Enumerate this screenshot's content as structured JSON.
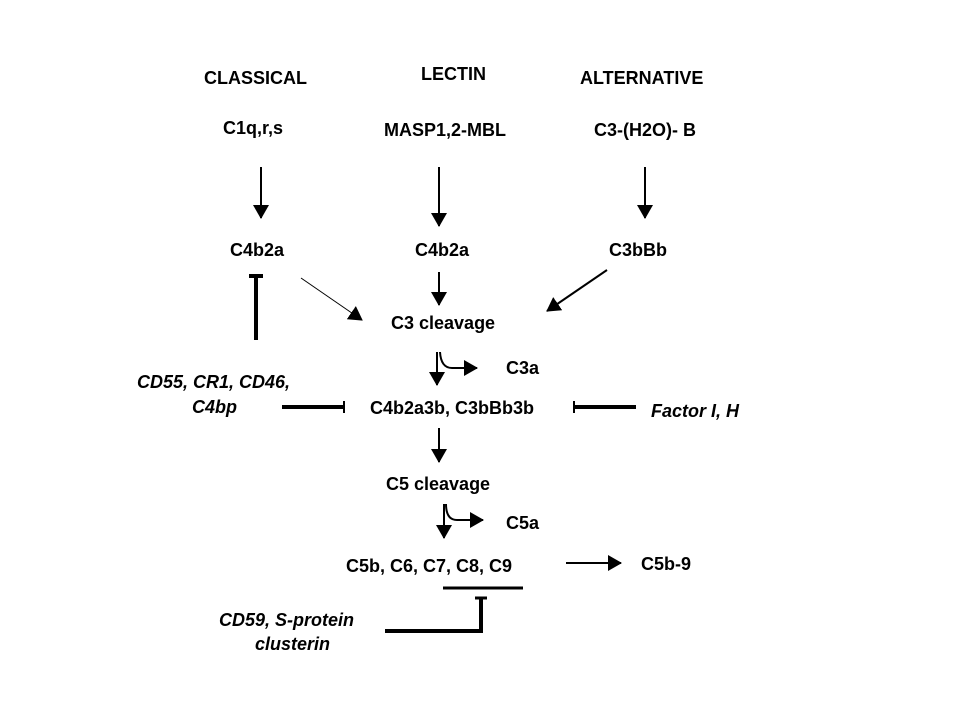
{
  "pathways": {
    "classical": {
      "title": "CLASSICAL",
      "initiator": "C1q,r,s",
      "convertase": "C4b2a"
    },
    "lectin": {
      "title": "LECTIN",
      "initiator": "MASP1,2-MBL",
      "convertase": "C4b2a"
    },
    "alternative": {
      "title": "ALTERNATIVE",
      "initiator": "C3-(H2O)- B",
      "convertase": "C3bBb"
    }
  },
  "cascade": {
    "c3_cleavage": "C3 cleavage",
    "c3a": "C3a",
    "c5_convertase": "C4b2a3b, C3bBb3b",
    "c5_cleavage": "C5 cleavage",
    "c5a": "C5a",
    "terminal_components": "C5b, C6, C7, C8, C9",
    "mac": "C5b-9"
  },
  "regulators": {
    "left_line1": "CD55, CR1, CD46,",
    "left_line2": "C4bp",
    "right": "Factor I, H",
    "bottom_line1": "CD59, S-protein",
    "bottom_line2": "clusterin"
  },
  "colors": {
    "ink": "#000000",
    "background": "#ffffff"
  }
}
